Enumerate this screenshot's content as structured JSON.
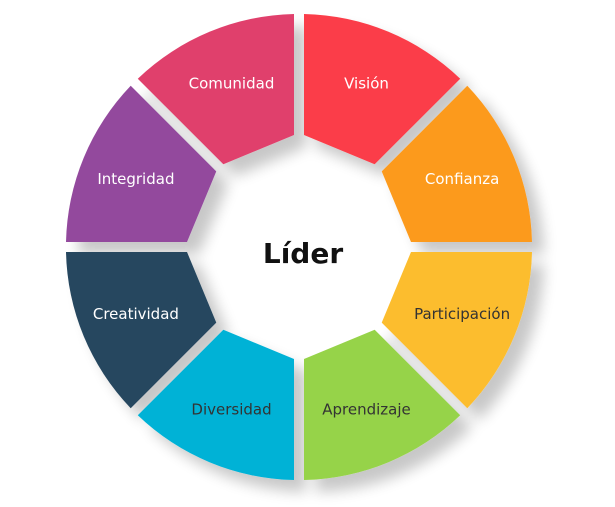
{
  "diagram": {
    "center_label": "Líder",
    "segments": [
      {
        "label": "Visión",
        "color": "#fb3d48",
        "text_color": "#ffffff"
      },
      {
        "label": "Confianza",
        "color": "#fc9a1f",
        "text_color": "#ffffff"
      },
      {
        "label": "Participación",
        "color": "#fcbd2f",
        "text_color": "#333333"
      },
      {
        "label": "Aprendizaje",
        "color": "#96d348",
        "text_color": "#333333"
      },
      {
        "label": "Diversidad",
        "color": "#03b2d6",
        "text_color": "#333333"
      },
      {
        "label": "Creatividad",
        "color": "#25465e",
        "text_color": "#ffffff"
      },
      {
        "label": "Integridad",
        "color": "#934a9d",
        "text_color": "#ffffff"
      },
      {
        "label": "Comunidad",
        "color": "#e0406c",
        "text_color": "#ffffff"
      }
    ],
    "center_text_color": "#111111",
    "background_color": "#ffffff"
  }
}
